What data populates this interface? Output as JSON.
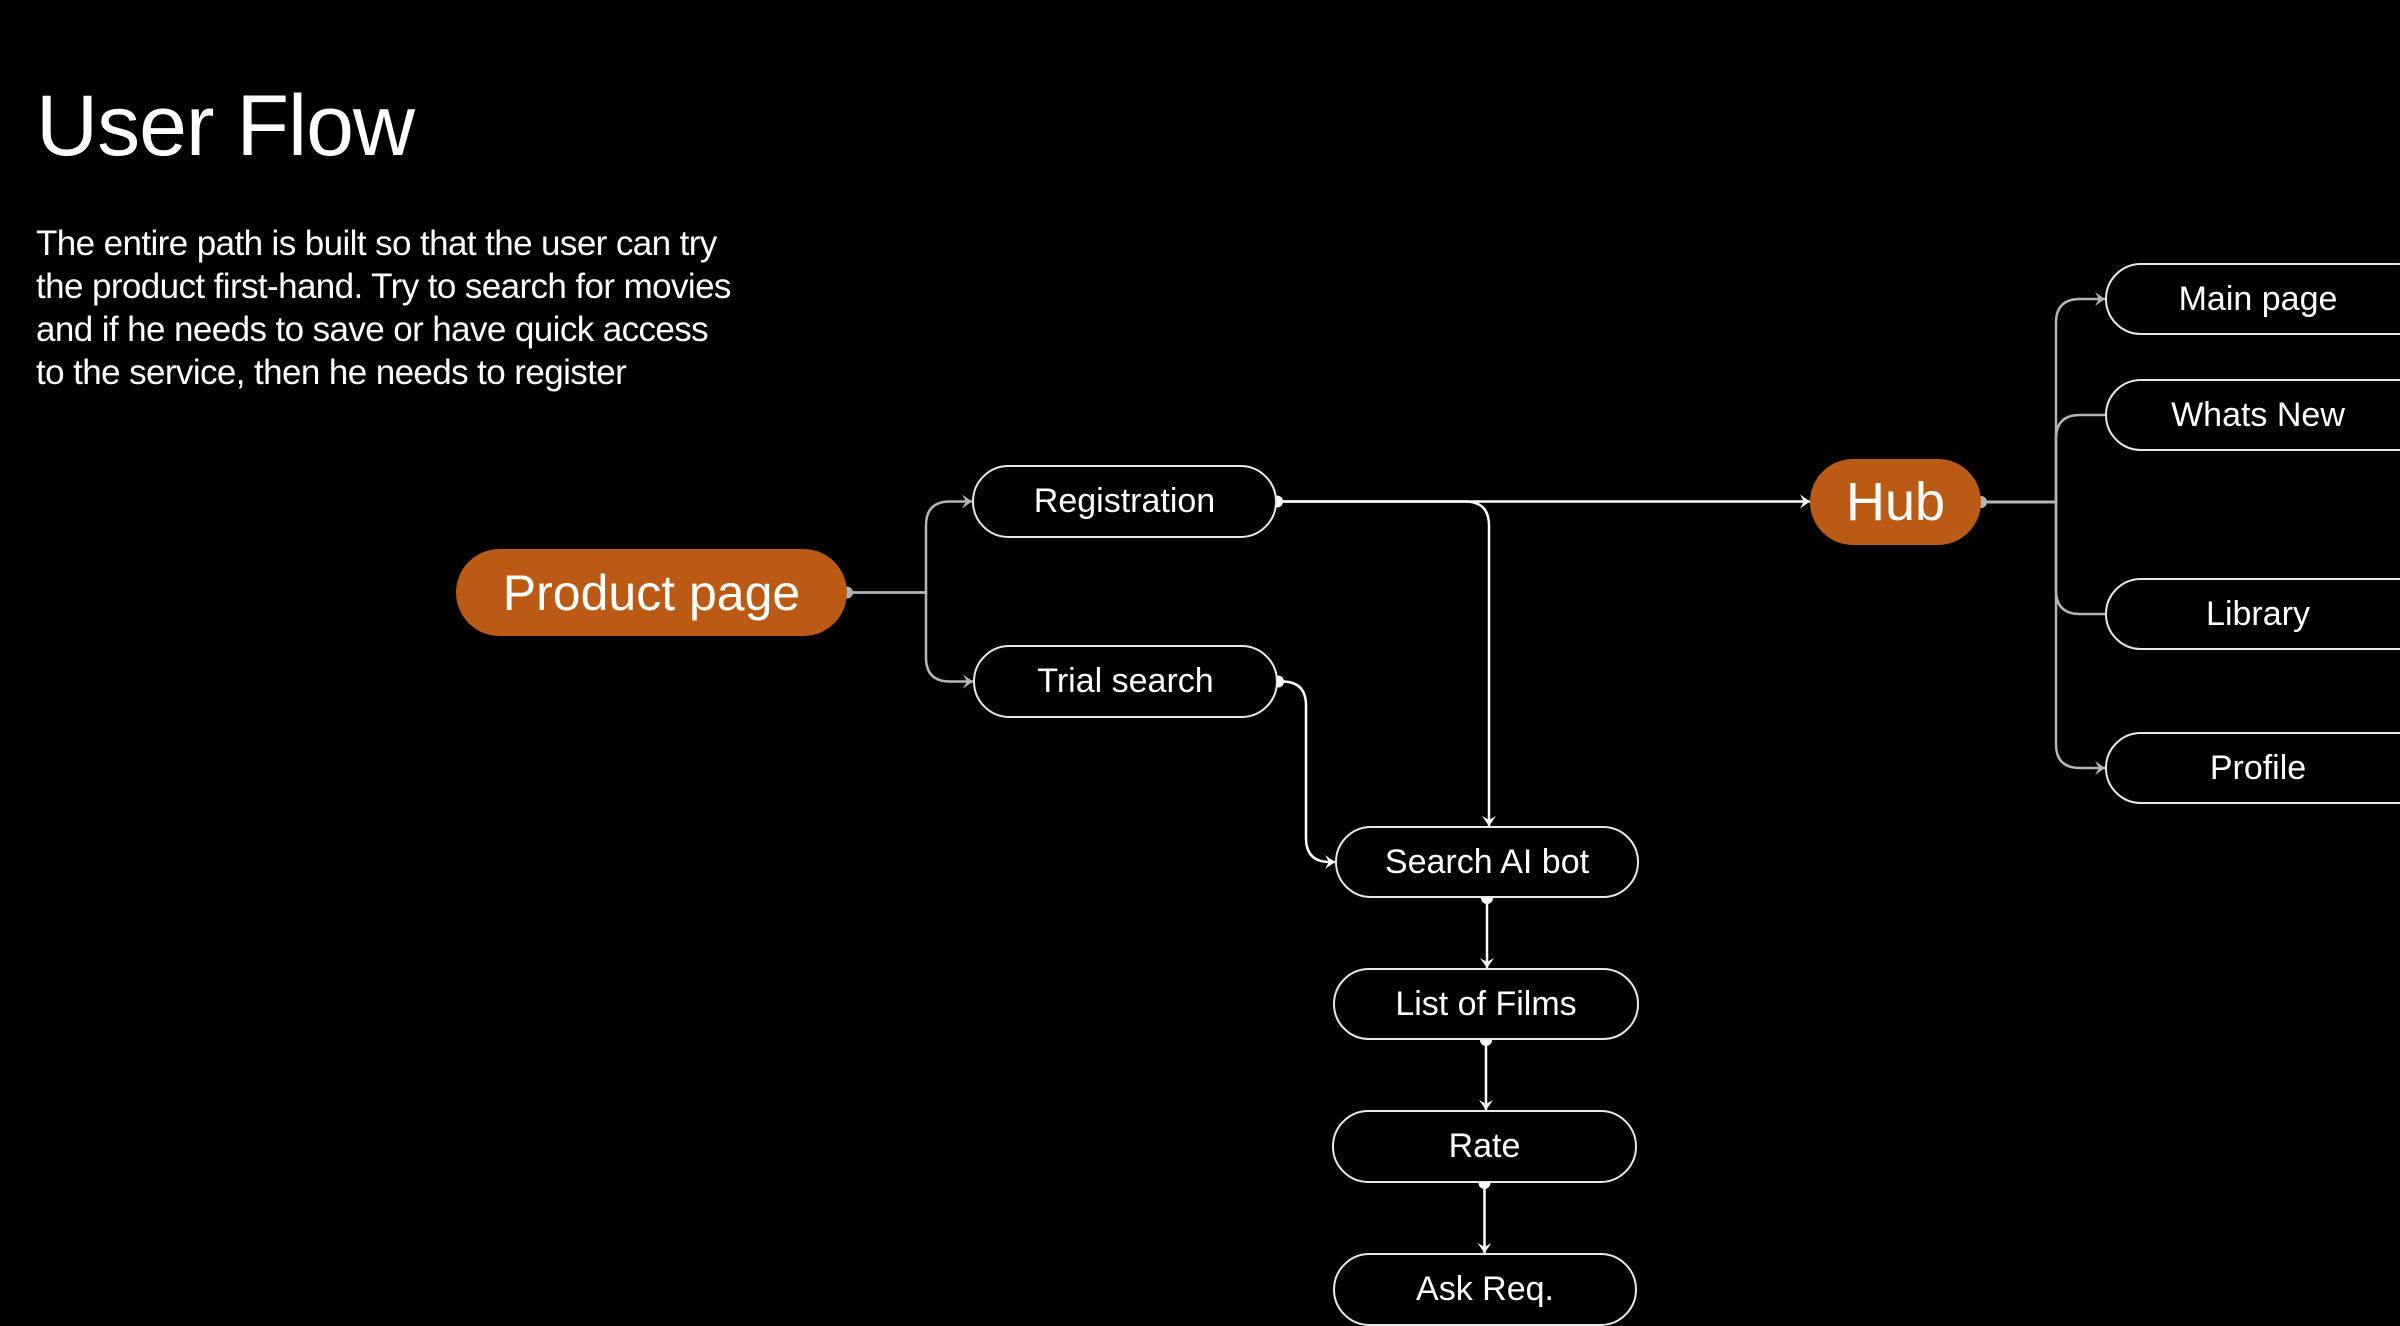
{
  "header": {
    "title": "User Flow",
    "description_lines": [
      "The entire path is built so that the user can try",
      "the product first-hand. Try to search for movies",
      "and if he needs to save or have quick access",
      "to the service, then he needs to register"
    ]
  },
  "colors": {
    "background": "#000000",
    "primary_node": "#ba5a14",
    "node_border": "#e8e8e8",
    "edge_white": "#ffffff",
    "edge_gray": "#b5b5b5"
  },
  "nodes": {
    "product_page": {
      "label": "Product page",
      "type": "primary"
    },
    "registration": {
      "label": "Registration",
      "type": "secondary"
    },
    "trial_search": {
      "label": "Trial search",
      "type": "secondary"
    },
    "hub": {
      "label": "Hub",
      "type": "primary"
    },
    "search_ai_bot": {
      "label": "Search AI bot",
      "type": "secondary"
    },
    "list_of_films": {
      "label": "List of Films",
      "type": "secondary"
    },
    "rate": {
      "label": "Rate",
      "type": "secondary"
    },
    "ask_req": {
      "label": "Ask Req.",
      "type": "secondary"
    },
    "main_page": {
      "label": "Main page",
      "type": "secondary"
    },
    "whats_new": {
      "label": "Whats New",
      "type": "secondary"
    },
    "library": {
      "label": "Library",
      "type": "secondary"
    },
    "profile": {
      "label": "Profile",
      "type": "secondary"
    }
  },
  "edges": [
    {
      "from": "product_page",
      "to": "registration",
      "style": "gray",
      "arrow": true
    },
    {
      "from": "product_page",
      "to": "trial_search",
      "style": "gray",
      "arrow": true
    },
    {
      "from": "registration",
      "to": "hub",
      "style": "white",
      "arrow": true
    },
    {
      "from": "registration",
      "to": "search_ai_bot",
      "style": "white",
      "arrow": true
    },
    {
      "from": "trial_search",
      "to": "search_ai_bot",
      "style": "white",
      "arrow": true
    },
    {
      "from": "search_ai_bot",
      "to": "list_of_films",
      "style": "white",
      "arrow": true
    },
    {
      "from": "list_of_films",
      "to": "rate",
      "style": "white",
      "arrow": true
    },
    {
      "from": "rate",
      "to": "ask_req",
      "style": "white",
      "arrow": true
    },
    {
      "from": "hub",
      "to": "main_page",
      "style": "gray",
      "arrow": true
    },
    {
      "from": "hub",
      "to": "whats_new",
      "style": "gray",
      "arrow": false
    },
    {
      "from": "hub",
      "to": "library",
      "style": "gray",
      "arrow": false
    },
    {
      "from": "hub",
      "to": "profile",
      "style": "gray",
      "arrow": true
    }
  ]
}
